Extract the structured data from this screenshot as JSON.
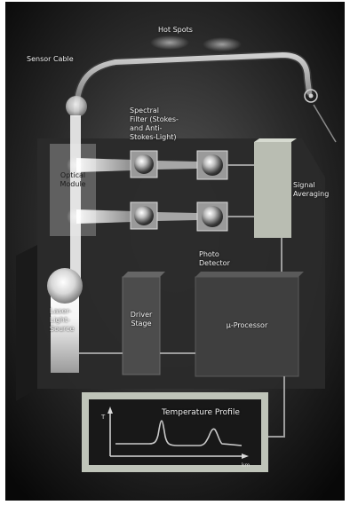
{
  "labels": {
    "hot_spots": "Hot Spots",
    "sensor_cable": "Sensor Cable",
    "spectral_filter": "Spectral\nFilter (Stokes-\nand Anti-\nStokes-Light)",
    "optical_module": "Optical\nModule",
    "signal_averaging": "Signal\nAveraging",
    "photo_detector": "Photo\nDetector",
    "laser_light_source": "Laser-\nLight-\nSource",
    "driver_stage": "Driver\nStage",
    "processor": "µ-Processor",
    "temperature_profile": "Temperature Profile"
  },
  "graph": {
    "y_axis_label": "T",
    "x_axis_label": "km"
  },
  "colors": {
    "background": "#0a0a0a",
    "panel": "#262626",
    "box": "#4a4a4a",
    "beam": "#f2f2f2",
    "screen_frame": "#bfc4b9",
    "screen": "#1a1a1a",
    "trace": "#c9c9c9",
    "signal_box": "#b9bdb2"
  },
  "icons": {
    "sensor_end": "target-icon",
    "filter_sphere": "sphere-icon",
    "detector_sphere": "sphere-icon"
  }
}
